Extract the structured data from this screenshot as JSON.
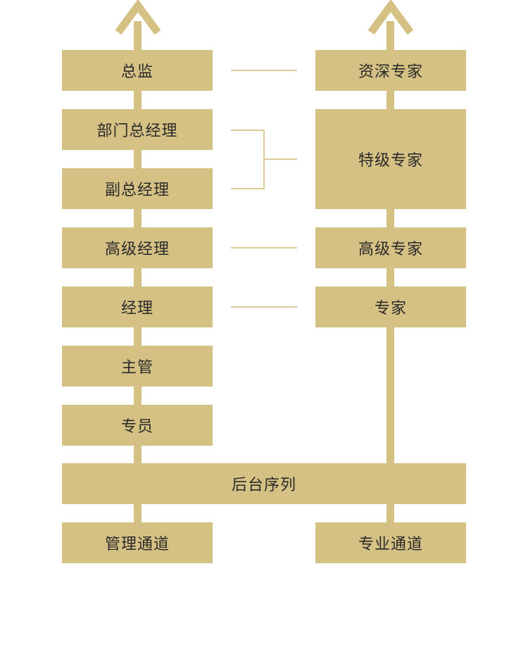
{
  "colors": {
    "box_fill": "#d5c184",
    "connector": "#dccb94",
    "text": "#2a2a2a",
    "background": "#ffffff"
  },
  "management": {
    "director": "总监",
    "dept_general_manager": "部门总经理",
    "deputy_general_manager": "副总经理",
    "senior_manager": "高级经理",
    "manager": "经理",
    "supervisor": "主管",
    "specialist": "专员"
  },
  "professional": {
    "senior_expert": "资深专家",
    "special_expert": "特级专家",
    "high_expert": "高级专家",
    "expert": "专家"
  },
  "backend_sequence": "后台序列",
  "channels": {
    "management": "管理通道",
    "professional": "专业通道"
  }
}
